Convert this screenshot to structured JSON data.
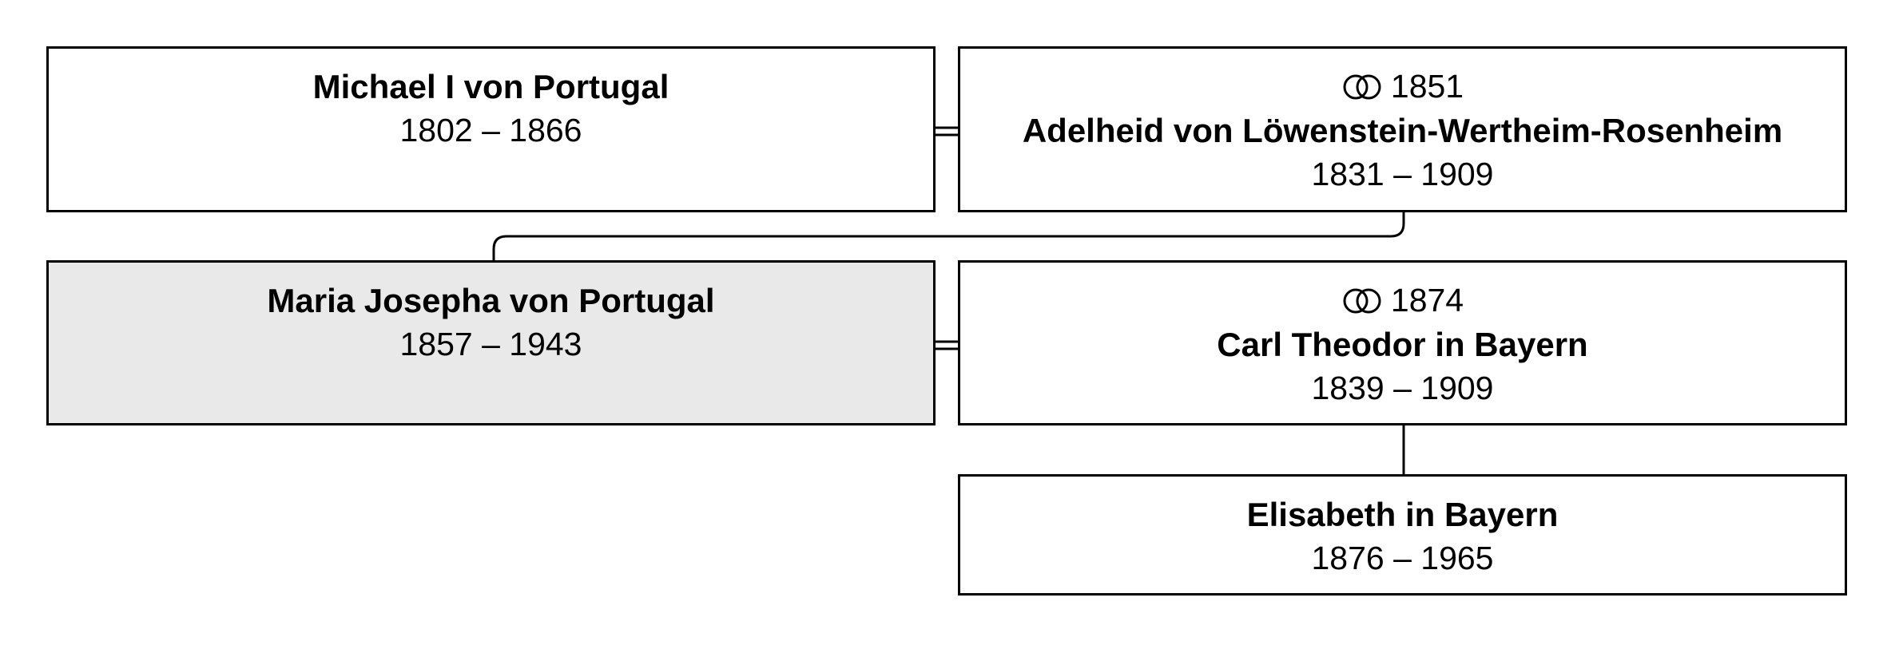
{
  "generations": [
    {
      "person": {
        "name": "Michael I von Portugal",
        "dates": "1802 – 1866"
      },
      "spouse": {
        "marriage_year": "1851",
        "name": "Adelheid von Löwenstein-Wertheim-Rosenheim",
        "dates": "1831 – 1909"
      }
    },
    {
      "person": {
        "name": "Maria Josepha von Portugal",
        "dates": "1857 – 1943"
      },
      "spouse": {
        "marriage_year": "1874",
        "name": "Carl Theodor in Bayern",
        "dates": "1839 – 1909"
      }
    }
  ],
  "child": {
    "name": "Elisabeth in Bayern",
    "dates": "1876 – 1965"
  },
  "icons": {
    "marriage": "interlocking-rings-icon"
  }
}
